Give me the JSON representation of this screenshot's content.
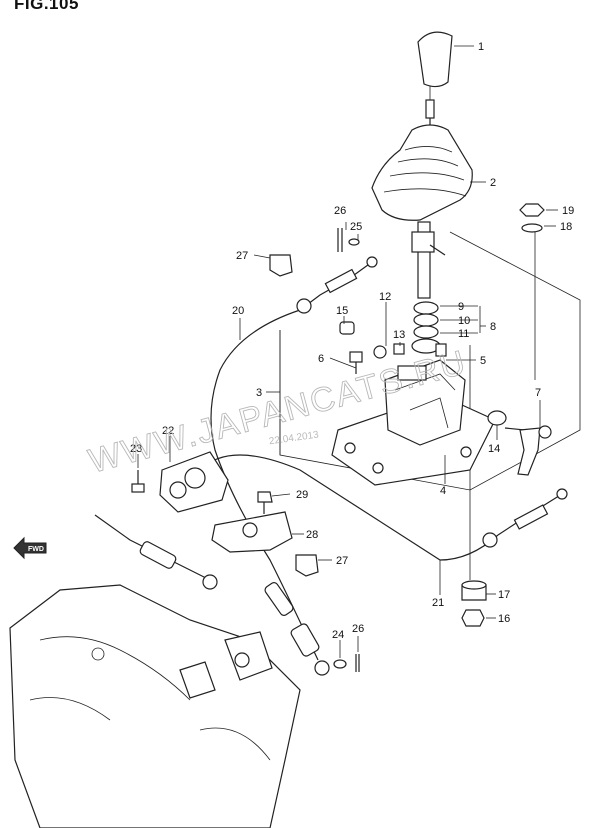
{
  "figure_title": "FIG.105",
  "watermark": "WWW.JAPANCATS.RU",
  "date_stamp": "22.04.2013",
  "fwd_label": "FWD",
  "callouts": {
    "p1": "1",
    "p2": "2",
    "p3": "3",
    "p4": "4",
    "p5": "5",
    "p6": "6",
    "p7": "7",
    "p8": "8",
    "p9": "9",
    "p10": "10",
    "p11": "11",
    "p12": "12",
    "p13": "13",
    "p14": "14",
    "p15": "15",
    "p16": "16",
    "p17": "17",
    "p18": "18",
    "p19": "19",
    "p20": "20",
    "p21": "21",
    "p22": "22",
    "p23": "23",
    "p24": "24",
    "p26a": "26",
    "p25": "25",
    "p26b": "26",
    "p27a": "27",
    "p27b": "27",
    "p28": "28",
    "p29": "29"
  }
}
